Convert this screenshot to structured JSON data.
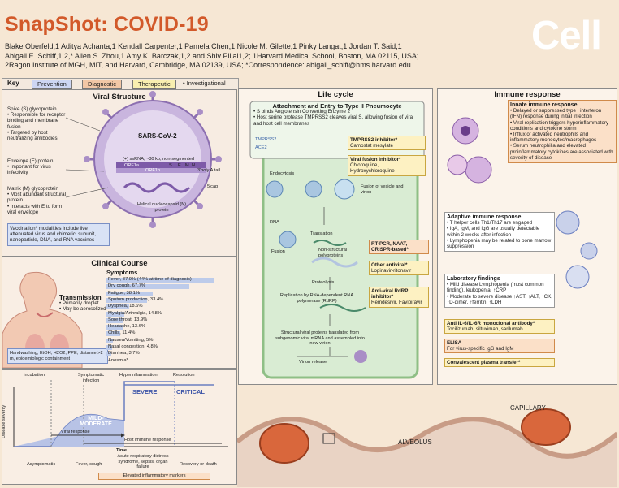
{
  "header": {
    "title": "SnapShot: COVID-19",
    "authors_line1": "Blake Oberfeld,1 Aditya Achanta,1 Kendall Carpenter,1 Pamela Chen,1 Nicole M. Gilette,1 Pinky Langat,1 Jordan T. Said,1",
    "authors_line2": "Abigail E. Schiff,1,2,* Allen S. Zhou,1 Amy K. Barczak,1,2 and Shiv Pillai1,2; 1Harvard Medical School, Boston, MA 02115, USA;",
    "authors_line3": "2Ragon Institute of MGH, MIT, and Harvard, Cambridge, MA 02139, USA; *Correspondence: abigail_schiff@hms.harvard.edu",
    "logo": "Cell"
  },
  "key": {
    "label": "Key",
    "prevention": "Prevention",
    "diagnostic": "Diagnostic",
    "therapeutic": "Therapeutic",
    "investigational": "• Investigational"
  },
  "viral_structure": {
    "title": "Viral Structure",
    "virus_name": "SARS-CoV-2",
    "spike": "Spike (S) glycoprotein",
    "spike_b1": "• Responsible for receptor binding and membrane fusion",
    "spike_b2": "• Targeted by host neutralizing antibodies",
    "envelope": "Envelope (E) protein",
    "envelope_b1": "• Important for virus infectivity",
    "matrix": "Matrix (M) glycoprotein",
    "matrix_b1": "• Most abundant structural protein",
    "matrix_b2": "• Interacts with E to form viral envelope",
    "genome": "(+) ssRNA, ~30 kb, non-segmented",
    "orf1a": "ORF1a",
    "orf1b": "ORF1b",
    "s": "S",
    "e": "E",
    "m": "M",
    "n": "N",
    "poly": "3'poly A tail",
    "cap": "5'cap",
    "nucleocapsid": "Helical nucleocapsid (N) protein",
    "vaccination": "Vaccination* modalities include live attenuated virus and chimeric, subunit, nanoparticle, DNA, and RNA vaccines"
  },
  "clinical": {
    "title": "Clinical Course",
    "symptoms_title": "Symptoms",
    "transmission_title": "Transmission",
    "trans_b1": "• Primarily droplet",
    "trans_b2": "• May be aerosolized",
    "prevention_text": "Handwashing, EtOH, H2O2, PPE, distance >2 m, epidemiologic containment",
    "symptoms": [
      {
        "label": "Fever, 87.9% (44% at time of diagnosis)",
        "value": 87.9
      },
      {
        "label": "Dry cough, 67.7%",
        "value": 67.7
      },
      {
        "label": "Fatigue, 38.1%",
        "value": 38.1
      },
      {
        "label": "Sputum production, 33.4%",
        "value": 33.4
      },
      {
        "label": "Dyspnea, 18.6%",
        "value": 18.6
      },
      {
        "label": "Myalgia/Arthralgia, 14.8%",
        "value": 14.8
      },
      {
        "label": "Sore throat, 13.9%",
        "value": 13.9
      },
      {
        "label": "Headache, 13.6%",
        "value": 13.6
      },
      {
        "label": "Chills, 11.4%",
        "value": 11.4
      },
      {
        "label": "Nausea/Vomiting, 5%",
        "value": 5
      },
      {
        "label": "Nasal congestion, 4.8%",
        "value": 4.8
      },
      {
        "label": "Diarrhea, 3.7%",
        "value": 3.7
      },
      {
        "label": "Anosmia*",
        "value": 0
      }
    ]
  },
  "course": {
    "incubation": "Incubation",
    "symptomatic": "Symptomatic infection",
    "hyperinflammation": "Hyperinflammation",
    "resolution": "Resolution",
    "severe": "SEVERE",
    "critical": "CRITICAL",
    "mild": "MILD-MODERATE",
    "ylabel": "Disease severity",
    "viral_response": "Viral response",
    "host_response": "Host immune response",
    "time": "Time",
    "asymptomatic": "Asymptomatic",
    "fever_cough": "Fever, cough",
    "ards": "Acute respiratory distress syndrome, sepsis, organ failure",
    "recovery": "Recovery or death",
    "markers": "Elevated inflammatory markers"
  },
  "lifecycle": {
    "title": "Life cycle",
    "attach_title": "Attachment and Entry to Type II Pneumocyte",
    "attach_b1": "• S binds Angiotensin Converting Enzyme 2",
    "attach_b2": "• Host serine protease TMPRSS2 cleaves viral S, allowing fusion of viral and host cell membranes",
    "tmprss2": "TMPRSS2",
    "ace2": "ACE2",
    "tmprss2_inhib": "TMPRSS2 inhibitor*",
    "camostat": "Camostat mesylate",
    "fusion_inhib": "Viral fusion inhibitor*",
    "chloroquine": "Chloroquine, Hydroxychloroquine",
    "endocytosis": "Endocytosis",
    "fusion_vesicle": "Fusion of vesicle and virion",
    "rna": "RNA",
    "fusion": "Fusion",
    "translation": "Translation",
    "nonstruct": "Non-structural polyproteins",
    "proteolysis": "Proteolysis",
    "rtpcr": "RT-PCR, NAAT, CRISPR-based*",
    "other_antiviral": "Other antiviral*",
    "lopinavir": "Lopinavir-ritonavir",
    "replication": "Replication by RNA-dependent RNA polymerase (RdRP)",
    "rdrp_inhib": "Anti-viral RdRP inhibitor*",
    "remdesivir": "Remdesivir, Favipiravir",
    "structural": "Structural viral proteins translated from subgenomic viral mRNA and assembled into new virion",
    "release": "Virion release"
  },
  "immune": {
    "title": "Immune response",
    "innate_title": "Innate immune response",
    "innate_b1": "• Delayed or suppressed type I interferon (IFN) response during initial infection",
    "innate_b2": "• Viral replication triggers hyperinflammatory conditions and cytokine storm",
    "innate_b3": "• Influx of activated neutrophils and inflammatory monocytes/macrophages",
    "innate_b4": "• Serum neutrophilia and elevated proinflammatory cytokines are associated with severity of disease",
    "adaptive_title": "Adaptive immune response",
    "adaptive_b1": "• T helper cells Th1/Th17 are engaged",
    "adaptive_b2": "• IgA, IgM, and IgG are usually detectable within 2 weeks after infection",
    "adaptive_b3": "• Lymphopenia may be related to bone marrow suppression",
    "lab_title": "Laboratory findings",
    "lab_b1": "• Mild disease Lymphopenia (most common finding), leukopenia, ↑CRP",
    "lab_b2": "• Moderate to severe disease ↑AST, ↑ALT, ↑CK, ↑D-dimer, ↑ferritin, ↑LDH",
    "il6": "Anti IL-6/IL-6R monoclonal antibody*",
    "il6_drugs": "Tocilizumab, siltuximab, sarilumab",
    "elisa": "ELISA",
    "elisa_sub": "For virus-specific IgG and IgM",
    "plasma": "Convalescent plasma transfer*"
  },
  "alveolus": {
    "capillary": "CAPILLARY",
    "alveolus": "ALVEOLUS"
  },
  "colors": {
    "title": "#d2592a",
    "prevention": "#cdd6f3",
    "diagnostic": "#f2c7a6",
    "therapeutic": "#f8efb0",
    "virus": "#a98ec6"
  }
}
